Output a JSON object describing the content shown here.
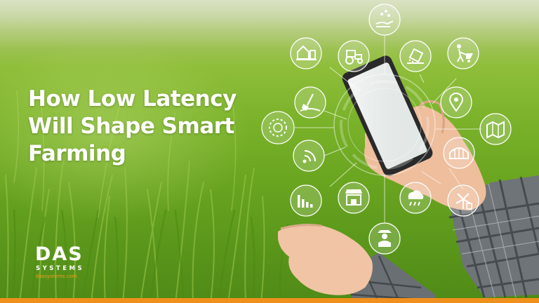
{
  "headline": {
    "line1": "How Low Latency",
    "line2": "Will Shape Smart",
    "line3": "Farming"
  },
  "brand": {
    "name": "DAS",
    "tagline": "SYSTEMS",
    "url": "dassystems.com"
  },
  "colors": {
    "accent_orange": "#f0901c",
    "headline_text": "#ffffff",
    "field_green": "#7ab22a",
    "icon_stroke": "#ffffff"
  },
  "icons": [
    "hand-seedling-icon",
    "farmhouse-icon",
    "tractor-icon",
    "fertilizer-bag-icon",
    "farmer-wheelbarrow-icon",
    "shovel-icon",
    "map-pin-icon",
    "wreath-icon",
    "field-map-icon",
    "wifi-icon",
    "greenhouse-icon",
    "bar-chart-icon",
    "market-stall-icon",
    "rain-cloud-icon",
    "windmill-icon",
    "farmer-icon"
  ]
}
